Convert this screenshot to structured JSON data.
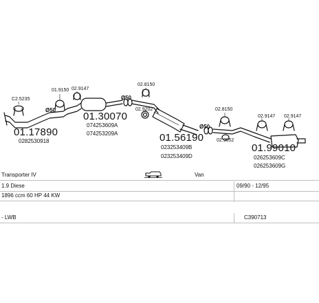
{
  "diagram": {
    "parts": [
      {
        "number": "01.17890",
        "codes": [
          "0282530918"
        ]
      },
      {
        "number": "01.30070",
        "codes": [
          "074253609A",
          "074253209A"
        ]
      },
      {
        "number": "01.56190",
        "codes": [
          "023253409B",
          "023253409D"
        ]
      },
      {
        "number": "01.99010",
        "codes": [
          "026253609C",
          "026253609G"
        ]
      }
    ],
    "fittings": [
      "C2.5235",
      "01.9150",
      "02.9147",
      "02.8150",
      "02.9202",
      "02.8150",
      "02.9052",
      "02.9147",
      "02.9147"
    ],
    "diameters": [
      "Ø50",
      "Ø50",
      "Ø50"
    ]
  },
  "info": {
    "model": "Transporter IV",
    "body_type": "Van",
    "engine": "1.9 Diese",
    "years": "09/90 - 12/95",
    "spec": "1896 ccm 60 HP 44 KW",
    "drive": "- LWB",
    "catalog_code": "C390713"
  }
}
